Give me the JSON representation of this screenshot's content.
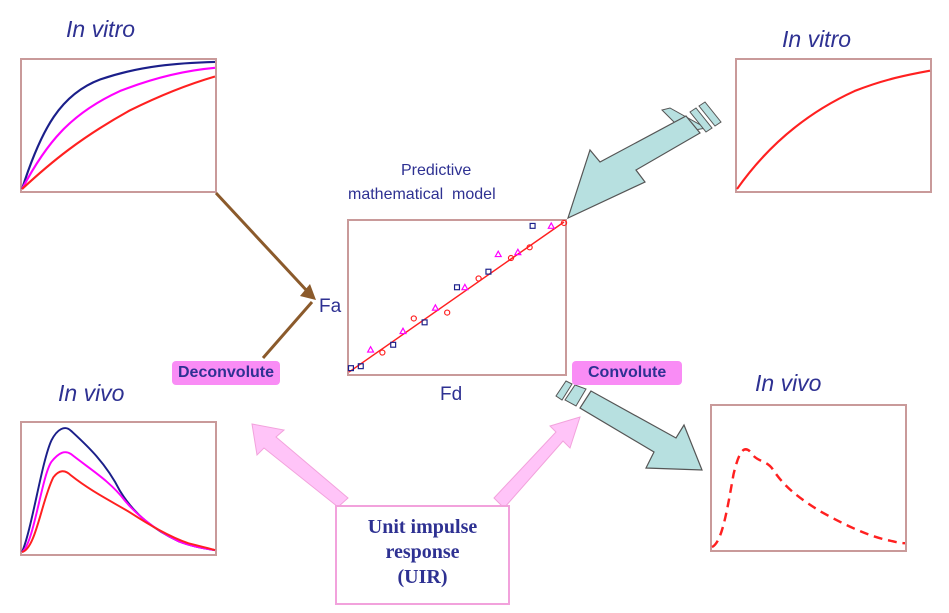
{
  "colors": {
    "title_text": "#2e3192",
    "frame": "#c99a9a",
    "series_fast": "#1b1f8a",
    "series_medium": "#ff00ff",
    "series_slow": "#ff2020",
    "teal_arrow": "#b7e0e0",
    "pink_arrow": "#ffc4f8",
    "pill_fill": "#f98cf5",
    "brown_arrow": "#8b5a2b"
  },
  "panels": {
    "in_vitro_left": {
      "title": "In vitro",
      "series": [
        "fast",
        "medium",
        "slow"
      ]
    },
    "in_vitro_right": {
      "title": "In vitro",
      "series": [
        "slow"
      ]
    },
    "in_vivo_left": {
      "title": "In vivo",
      "series": [
        "fast",
        "medium",
        "slow"
      ]
    },
    "in_vivo_right": {
      "title": "In vivo",
      "series": [
        "predicted"
      ]
    }
  },
  "model": {
    "title_line1": "Predictive",
    "title_line2": "mathematical  model",
    "y_label": "Fa",
    "x_label": "Fd"
  },
  "steps": {
    "deconvolute": "Deconvolute",
    "convolute": "Convolute"
  },
  "uir": {
    "line1": "Unit impulse",
    "line2": "response",
    "line3": "(UIR)"
  }
}
